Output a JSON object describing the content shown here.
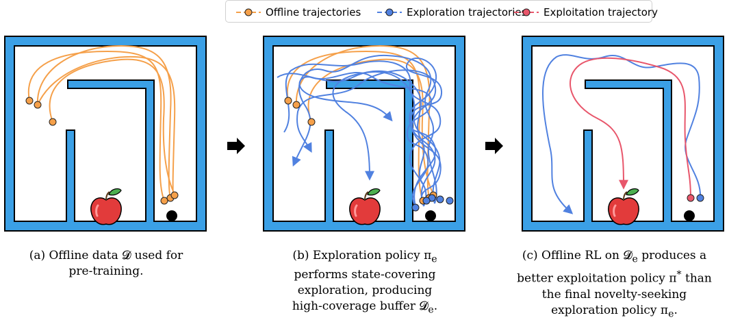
{
  "legend": [
    {
      "label": "Offline trajectories",
      "color": "#f5a04a"
    },
    {
      "label": "Exploration trajectories",
      "color": "#5081e0"
    },
    {
      "label": "Exploitation trajectory",
      "color": "#e8566b"
    }
  ],
  "captions": {
    "a": {
      "l1": "(a) Offline data 𝓓 used for",
      "l2": "pre-training."
    },
    "b": {
      "l1": "(b) Exploration policy π",
      "l1_sub": "e",
      "l2": "performs state-covering",
      "l3": "exploration, producing",
      "l4": "high-coverage buffer 𝓓",
      "l4_sub": "e",
      "l4_end": "."
    },
    "c": {
      "l1": "(c) Offline RL on 𝓓",
      "l1_sub": "e",
      "l1_end": " produces a",
      "l2": "better exploitation policy π",
      "l2_sup": "*",
      "l2_end": " than",
      "l3": "the final novelty-seeking",
      "l4": "exploration policy π",
      "l4_sub": "e",
      "l4_end": "."
    }
  },
  "colors": {
    "wall": "#3ba0e6",
    "offline": "#f5a04a",
    "explore": "#5081e0",
    "exploit": "#e8566b",
    "apple": "#e23b3b",
    "leaf": "#4caf50"
  },
  "icons": [
    "apple-icon",
    "goal-dot-icon",
    "right-arrow-icon"
  ]
}
